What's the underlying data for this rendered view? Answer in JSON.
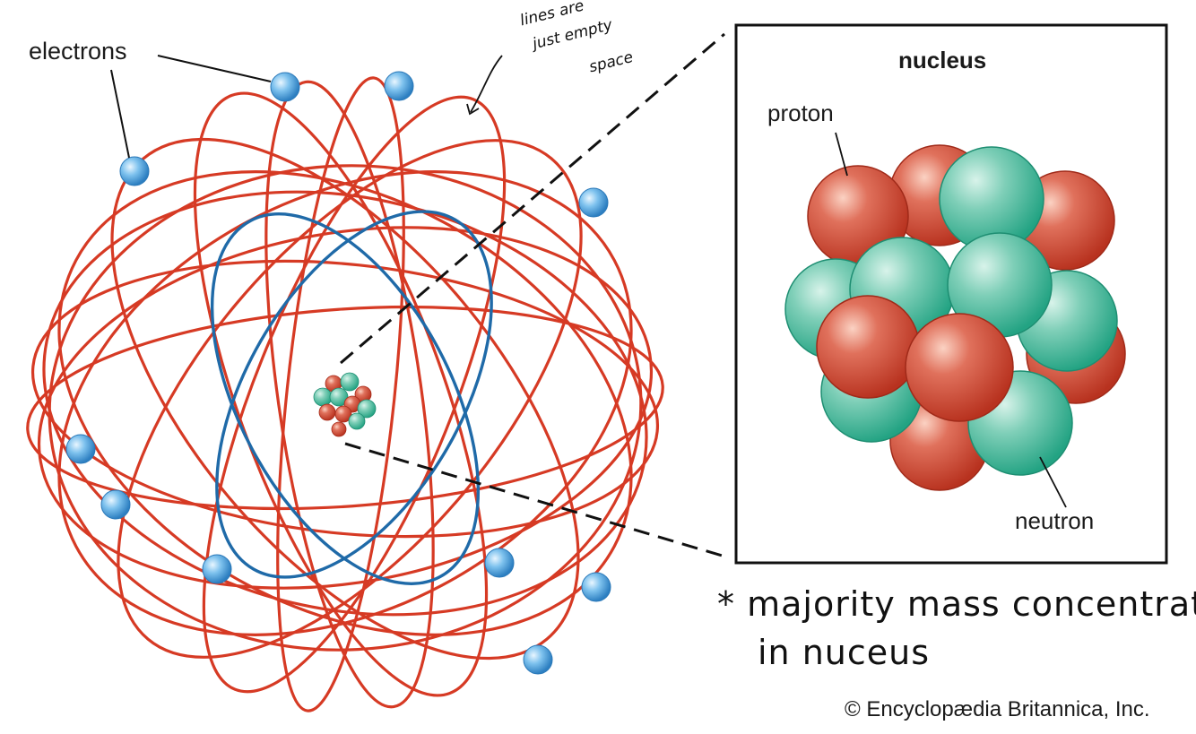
{
  "labels": {
    "electrons": "electrons",
    "nucleus_title": "nucleus",
    "proton": "proton",
    "neutron": "neutron",
    "copyright": "© Encyclopædia Britannica, Inc."
  },
  "handwritten": {
    "orbit_note": [
      "lines are",
      "just empty",
      "space"
    ],
    "mass_note_line1": "* majority mass concentrated",
    "mass_note_line2": "in nuceus"
  },
  "colors": {
    "outer_orbit": "#d63a24",
    "inner_orbit": "#1f6aa8",
    "proton": "#d24b38",
    "neutron": "#2fb597",
    "electron": "#5fb0e6",
    "frame": "#111111"
  }
}
